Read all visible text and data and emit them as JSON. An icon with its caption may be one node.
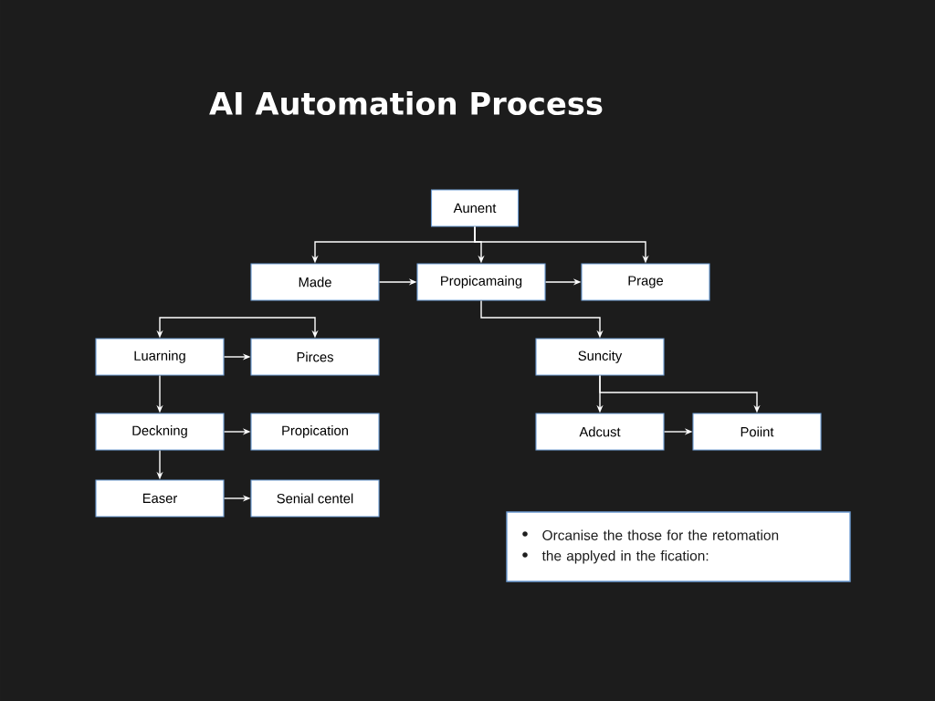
{
  "diagram": {
    "title": "AI Automation Process",
    "nodes": [
      {
        "text": [
          "Aunent"
        ]
      },
      {
        "text": [
          "Made"
        ]
      },
      {
        "text": [
          "Propicamaing"
        ]
      },
      {
        "text": [
          "Prage"
        ]
      },
      {
        "text": [
          "Luarning"
        ]
      },
      {
        "text": [
          "Pirces"
        ]
      },
      {
        "text": [
          "Deckning"
        ]
      },
      {
        "text": [
          "Propication"
        ]
      },
      {
        "text": [
          "Easer"
        ]
      },
      {
        "text": [
          "Senial centel"
        ]
      },
      {
        "text": [
          "Suncity"
        ]
      },
      {
        "text": [
          "Adcust"
        ]
      },
      {
        "text": [
          "Poiint"
        ]
      },
      {
        "text": [
          "Orcanise the those for the retomation",
          "the applyed in the fication:"
        ]
      }
    ],
    "edges": [
      {
        "from": 0,
        "to": 1,
        "arrow": "to"
      },
      {
        "from": 0,
        "to": 2,
        "arrow": "to"
      },
      {
        "from": 0,
        "to": 3,
        "arrow": "to"
      },
      {
        "from": 1,
        "to": 2,
        "arrow": "to"
      },
      {
        "from": 2,
        "to": 3,
        "arrow": "to"
      },
      {
        "from": null,
        "to": 4,
        "arrow": "to"
      },
      {
        "from": null,
        "to": 5,
        "arrow": "to"
      },
      {
        "from": 4,
        "to": 5,
        "arrow": "to"
      },
      {
        "from": 4,
        "to": 6,
        "arrow": "to"
      },
      {
        "from": 6,
        "to": 7,
        "arrow": "to"
      },
      {
        "from": 6,
        "to": 8,
        "arrow": "to"
      },
      {
        "from": 8,
        "to": 9,
        "arrow": "to"
      },
      {
        "from": 2,
        "to": 10,
        "arrow": "to"
      },
      {
        "from": 10,
        "to": 11,
        "arrow": "to"
      },
      {
        "from": 10,
        "to": 12,
        "arrow": "to"
      },
      {
        "from": 11,
        "to": 12,
        "arrow": "to"
      }
    ]
  }
}
